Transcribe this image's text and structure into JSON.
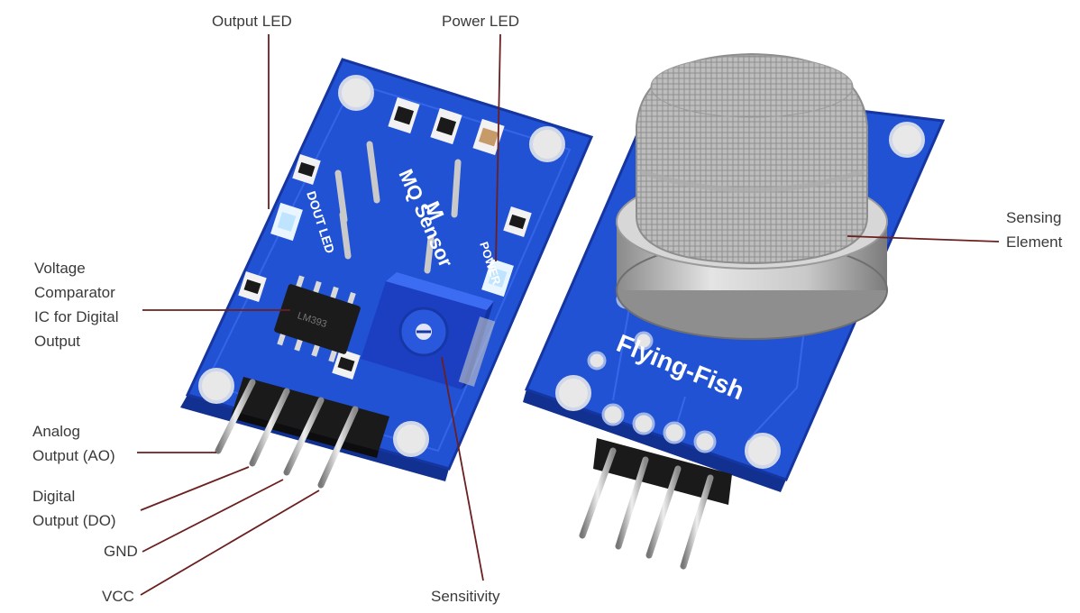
{
  "labels": {
    "output_led": "Output LED",
    "power_led": "Power LED",
    "sensing_element": [
      "Sensing",
      "Element"
    ],
    "voltage_comparator": [
      "Voltage",
      "Comparator",
      "IC for Digital",
      "Output"
    ],
    "analog_output": [
      "Analog",
      "Output (AO)"
    ],
    "digital_output": [
      "Digital",
      "Output (DO)"
    ],
    "gnd": "GND",
    "vcc": "VCC",
    "sensitivity": "Sensitivity"
  },
  "board_markings": {
    "title_line1": "M",
    "title_line2": "MQ Sensor",
    "dout_led": "DOUT LED",
    "power": "POWER",
    "chip_text": "LM393",
    "back_brand": "Flying-Fish"
  },
  "colors": {
    "pcb_blue": "#1f4fd0",
    "pcb_edge": "#1535a0",
    "leader_line": "#6b1f1f",
    "label_text": "#3a3a3a",
    "mesh_silver": "#b9b9b9"
  },
  "icons": {
    "sensor_cap": "metal-mesh-cap",
    "potentiometer": "trim-potentiometer",
    "chip": "ic-chip"
  }
}
